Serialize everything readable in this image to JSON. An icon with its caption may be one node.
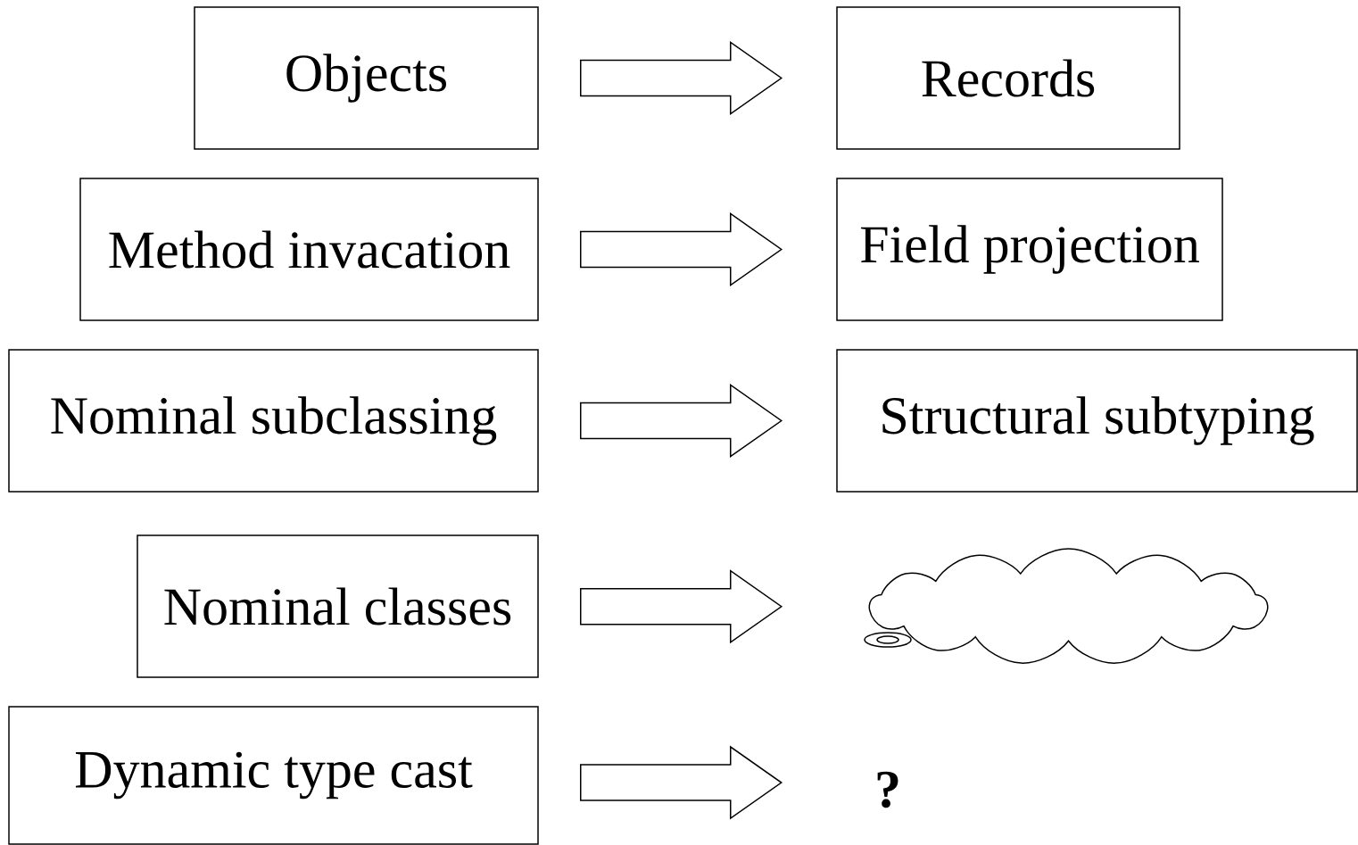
{
  "diagram": {
    "nodes": [
      {
        "text": [
          "Objects"
        ]
      },
      {
        "text": [
          "Records"
        ]
      },
      {
        "text": [
          "Method invacation"
        ]
      },
      {
        "text": [
          "Field projection"
        ]
      },
      {
        "text": [
          "Nominal subclassing"
        ]
      },
      {
        "text": [
          "Structural subtyping"
        ]
      },
      {
        "text": [
          "Nominal classes"
        ]
      },
      {
        "text": [],
        "shape": "cloud"
      },
      {
        "text": [
          "Dynamic type cast"
        ]
      },
      {
        "text": [
          "**?**"
        ]
      }
    ],
    "edges": [
      {
        "from": 0,
        "to": 1,
        "arrow": "to"
      },
      {
        "from": 2,
        "to": 3,
        "arrow": "to"
      },
      {
        "from": 4,
        "to": 5,
        "arrow": "to"
      },
      {
        "from": 6,
        "to": 7,
        "arrow": "to"
      },
      {
        "from": 8,
        "to": 9,
        "arrow": "to"
      }
    ]
  }
}
